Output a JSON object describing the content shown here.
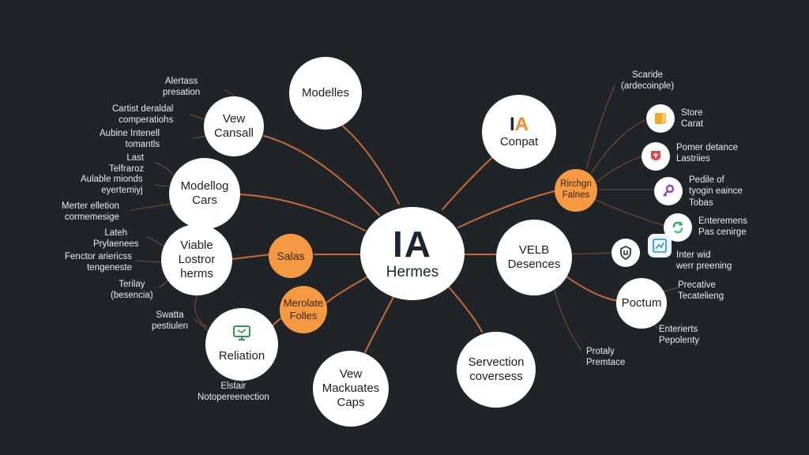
{
  "center": {
    "title": "IA",
    "subtitle": "Hermes"
  },
  "nodes": {
    "modelles": "Modelles",
    "vew_cansall": [
      "Vew",
      "Cansall"
    ],
    "modeling_cars": [
      "Modellog",
      "Cars"
    ],
    "viable_lostror": [
      "Viable",
      "Lostror",
      "herms"
    ],
    "relation": "Reliation",
    "vew_mackuates": [
      "Vew",
      "Mackuates",
      "Caps"
    ],
    "servection": [
      "Servection",
      "coversess"
    ],
    "velb_desences": [
      "VELB",
      "Desences"
    ],
    "poctum": "Poctum",
    "ia_compat": {
      "title_a": "I",
      "title_b": "A",
      "subtitle": "Conpat"
    },
    "salas": "Salas",
    "merolate_foliles": [
      "Merolate",
      "Folles"
    ],
    "kirchgn_falnes": [
      "Rirchgn",
      "Falnes"
    ]
  },
  "labels": {
    "alertass": [
      "Alertass",
      "presation"
    ],
    "cartist": [
      "Cartist deraldal",
      "comperatiohs"
    ],
    "audione": [
      "Aubine Intenell",
      "tomantls"
    ],
    "last": [
      "Last",
      "Telfraroz"
    ],
    "auliable": [
      "Aulable mionds",
      "eyertemiyj"
    ],
    "merter": [
      "Merter elletion",
      "cormemesige"
    ],
    "lateh": [
      "Lateh",
      "Prylaenees"
    ],
    "fenctor": [
      "Fenctor ariericss",
      "tengeneste"
    ],
    "terilay": [
      "Terilay",
      "(besencia)"
    ],
    "swatta": [
      "Swatta",
      "pestiulen"
    ],
    "elstair": [
      "Elstair",
      "Notopereenection"
    ],
    "scaride": [
      "Scaride",
      "(ardecoinple)"
    ],
    "store": [
      "Store",
      "Carat"
    ],
    "pomer": [
      "Pomer detance",
      "Lastriies"
    ],
    "pedile": [
      "Pedile of",
      "tyogin eaince",
      "Tobas"
    ],
    "enterements": [
      "Enteremens",
      "Pas cenirge"
    ],
    "inter_wid": [
      "Inter wid",
      "werr preening"
    ],
    "precative": [
      "Precative",
      "Tecatelieng"
    ],
    "enterests": [
      "Enterierts",
      "Pepolenty"
    ],
    "protaly": [
      "Protaly",
      "Premtace"
    ]
  },
  "icons": [
    "relation-screen-icon",
    "store-folder-icon",
    "pomer-badge-icon",
    "pedile-key-icon",
    "enterements-recycle-icon",
    "inter-chart-icon",
    "shield-icon"
  ],
  "colors": {
    "background": "#1f2428",
    "node": "#ffffff",
    "accent": "#f59a42",
    "edge": "#c96a33"
  }
}
